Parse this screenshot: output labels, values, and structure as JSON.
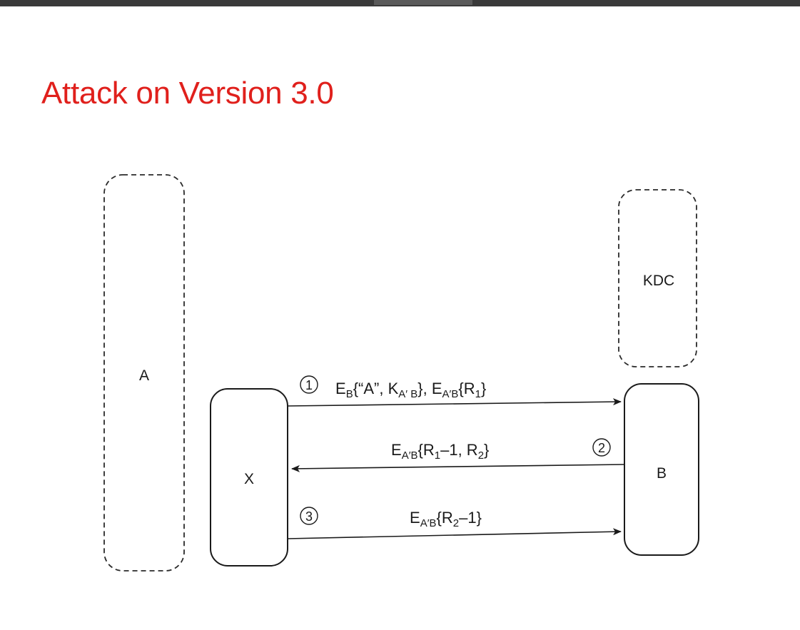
{
  "slide": {
    "title": "Attack on Version 3.0"
  },
  "colors": {
    "title": "#e0201c",
    "ink": "#1a1a1a",
    "topbar": "#3a3a3a"
  },
  "diagram": {
    "participants": {
      "A": "A",
      "X": "X",
      "B": "B",
      "KDC": "KDC"
    },
    "messages": [
      {
        "number": "1",
        "direction": "X to B",
        "parts": [
          {
            "text": "E",
            "sub": "B"
          },
          {
            "text": "{“A”, K",
            "sub": "A′ B"
          },
          {
            "text": "}, E",
            "sub": "A′B"
          },
          {
            "text": "{R",
            "sub": "1"
          },
          {
            "text": "}",
            "sub": ""
          }
        ]
      },
      {
        "number": "2",
        "direction": "B to X",
        "parts": [
          {
            "text": "E",
            "sub": "A′B"
          },
          {
            "text": "{R",
            "sub": "1"
          },
          {
            "text": "–1, R",
            "sub": "2"
          },
          {
            "text": "}",
            "sub": ""
          }
        ]
      },
      {
        "number": "3",
        "direction": "X to B",
        "parts": [
          {
            "text": "E",
            "sub": "A′B"
          },
          {
            "text": "{R",
            "sub": "2"
          },
          {
            "text": "–1}",
            "sub": ""
          }
        ]
      }
    ]
  }
}
